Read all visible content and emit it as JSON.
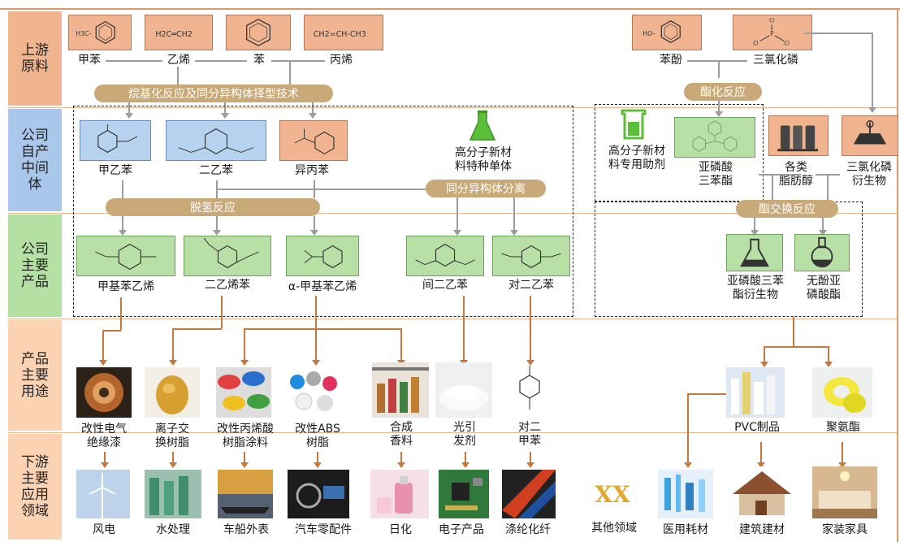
{
  "stages": [
    "上游\n原料",
    "公司\n自产\n中间\n体",
    "公司\n主要\n产品",
    "产品\n主要\n用途",
    "下游\n主要\n应用\n领域"
  ],
  "upstream": {
    "toluene": "甲苯",
    "ethylene": "乙烯",
    "benzene": "苯",
    "propylene": "丙烯",
    "phenol": "苯酚",
    "pcl3": "三氯化磷",
    "f_toluene": "H3C–",
    "f_ethylene": "H2C═CH2",
    "f_propylene": "CH2=CH-CH3",
    "f_phenol": "HO–",
    "cl": "Cl",
    "p": "P"
  },
  "processes": {
    "alkylation": "烷基化反应及同分异构体择型技术",
    "dehydrogenation": "脱氢反应",
    "isomer_separation": "同分异构体分离",
    "esterification": "酯化反应",
    "transesterification": "酯交换反应"
  },
  "intermediates": {
    "methyl_ethylbenzene": "甲乙苯",
    "diethylbenzene": "二乙苯",
    "cumene": "异丙苯",
    "special_monomer": "高分子新材\n料特种单体",
    "special_additive": "高分子新材\n料专用助剂",
    "triphenyl_phosphite": "亚磷酸\n三苯酯",
    "fatty_alcohols": "各类\n脂肪醇",
    "pcl3_derivatives": "三氯化磷\n衍生物"
  },
  "products": {
    "methylstyrene": "甲基苯乙烯",
    "divinylbenzene": "二乙烯苯",
    "ams": "α-甲基苯乙烯",
    "m_deb": "间二乙苯",
    "p_deb": "对二乙苯",
    "tpp_derivatives": "亚磷酸三苯\n酯衍生物",
    "phenol_free": "无酚亚\n磷酸酯"
  },
  "uses": [
    "改性电气\n绝缘漆",
    "离子交\n换树脂",
    "改性丙烯酸\n树脂涂料",
    "改性ABS\n树脂",
    "合成\n香料",
    "光引\n发剂",
    "对二\n甲苯",
    "PVC制品",
    "聚氨酯"
  ],
  "downstream": [
    "风电",
    "水处理",
    "车船外表",
    "汽车零配件",
    "日化",
    "电子产品",
    "涤纶化纤",
    "其他领域",
    "医用耗材",
    "建筑建材",
    "家装家具"
  ],
  "other_mark": "XX",
  "colors": {
    "accent": "#c9783b",
    "bar": "#c9a978",
    "upstream": "#f0b58e",
    "intermediate": "#a9c7ea",
    "product": "#b5e0a4"
  }
}
